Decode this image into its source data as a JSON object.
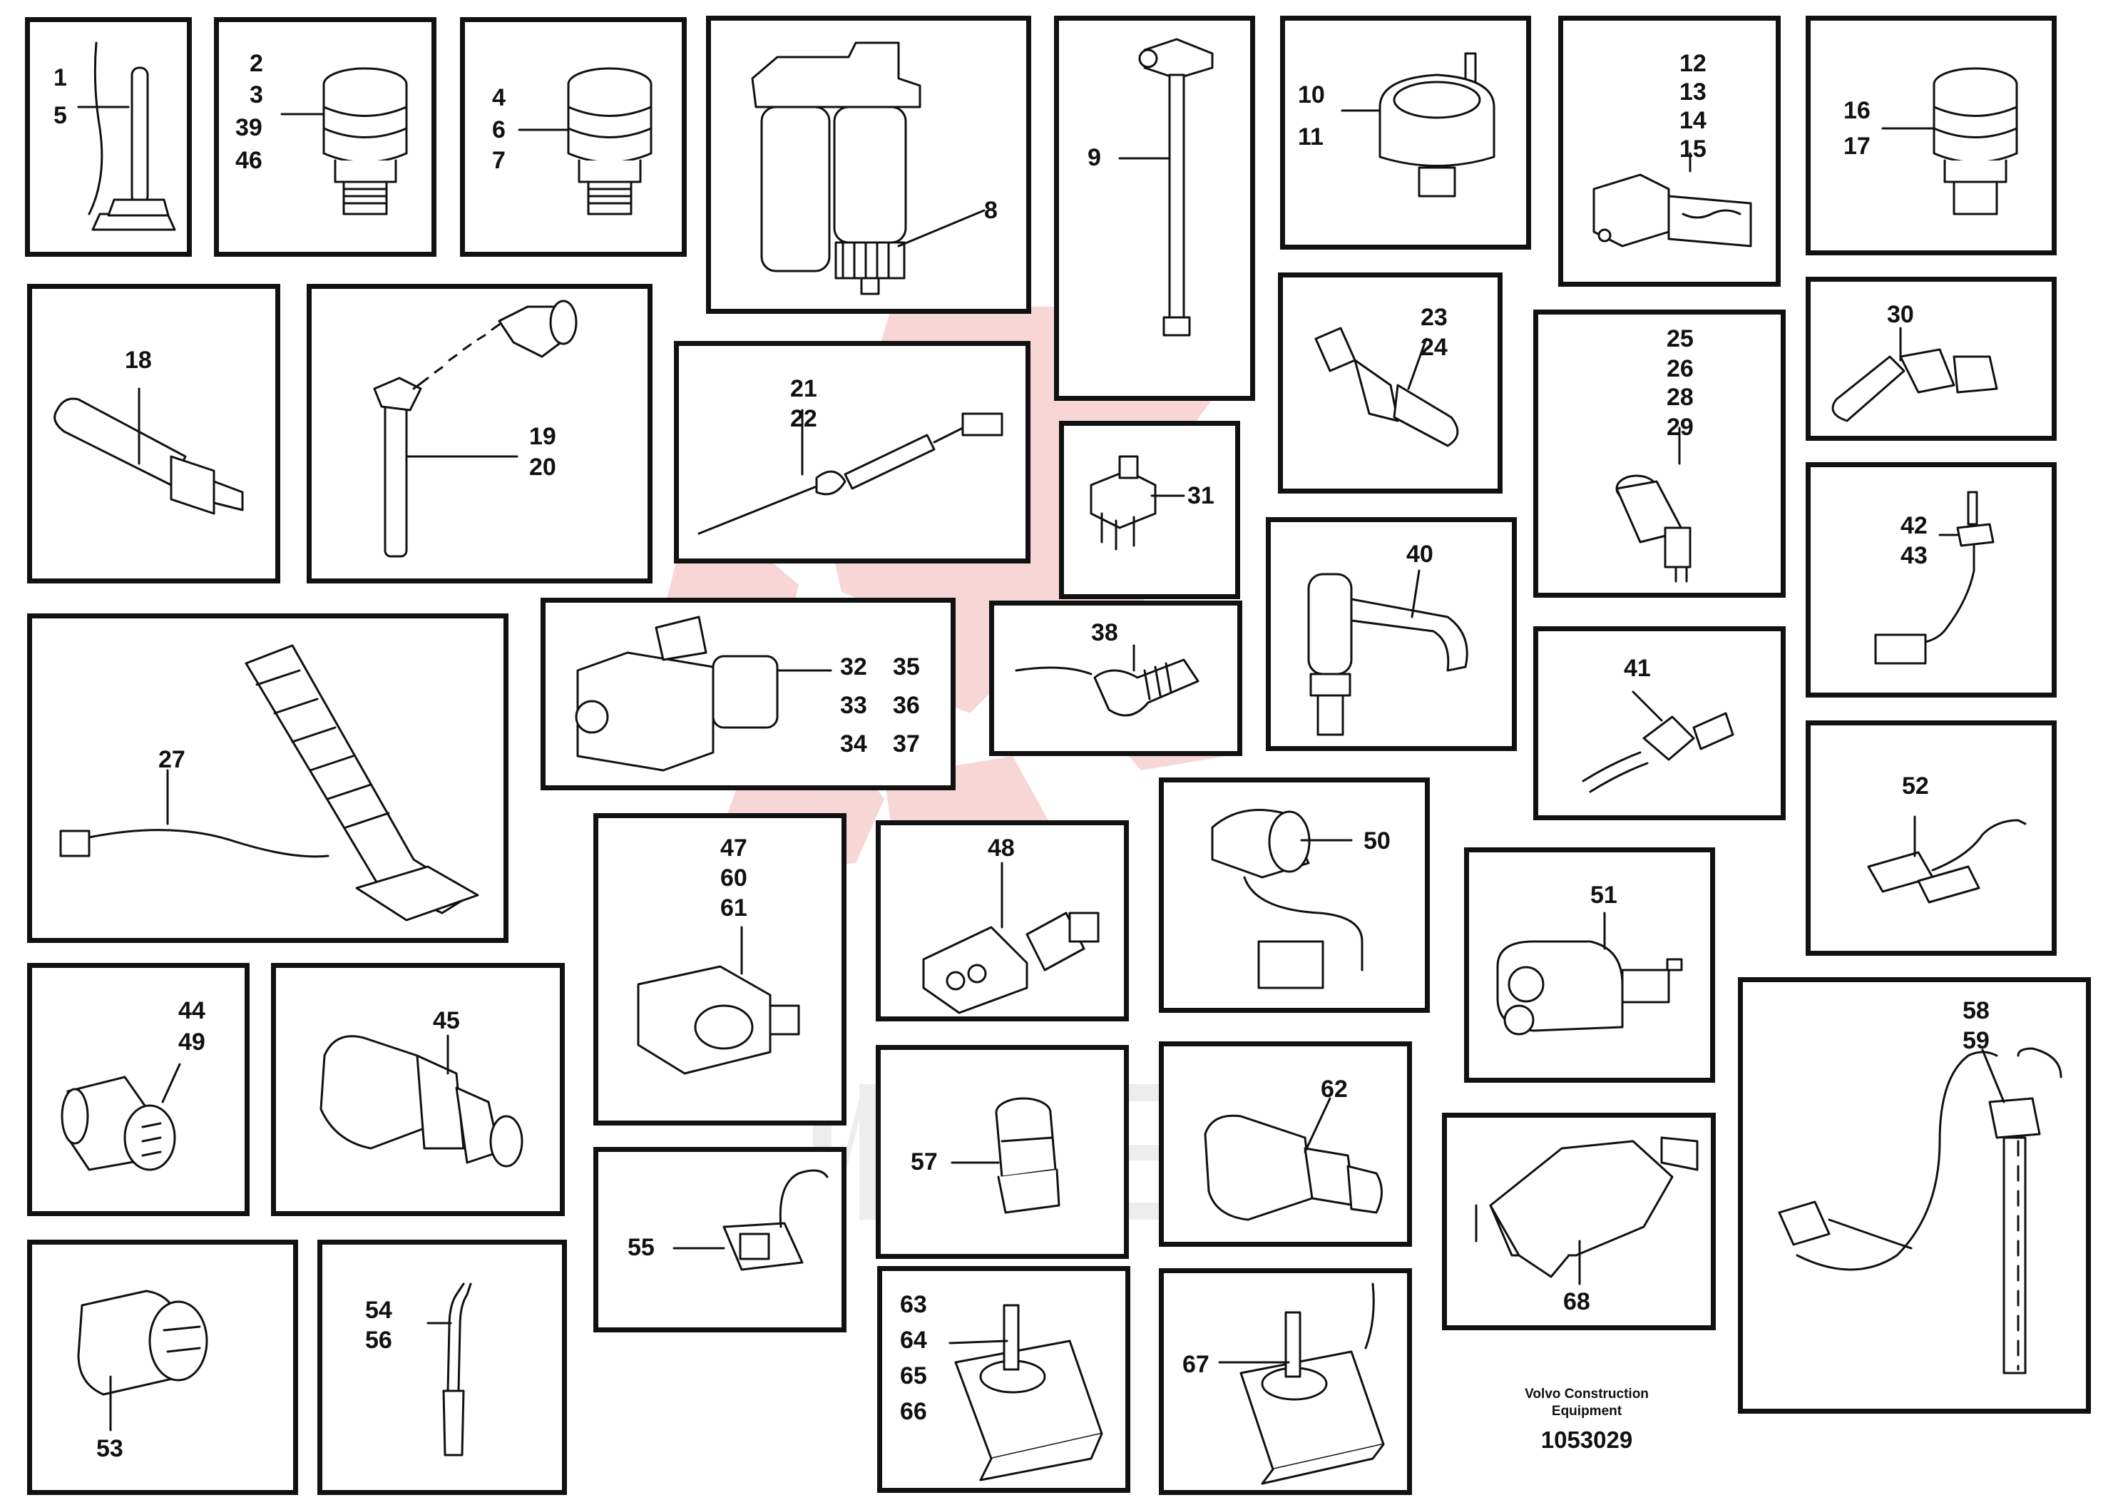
{
  "document": {
    "watermark_text": "ИНТЕХ",
    "footer": {
      "manufacturer_line1": "Volvo Construction",
      "manufacturer_line2": "Equipment",
      "illustration_number": "1053029"
    }
  },
  "panels": [
    {
      "name": "panel-1-5",
      "labels": [
        "1",
        "5"
      ]
    },
    {
      "name": "panel-2-3-39-46",
      "labels": [
        "2",
        "3",
        "39",
        "46"
      ]
    },
    {
      "name": "panel-4-6-7",
      "labels": [
        "4",
        "6",
        "7"
      ]
    },
    {
      "name": "panel-8",
      "labels": [
        "8"
      ]
    },
    {
      "name": "panel-9",
      "labels": [
        "9"
      ]
    },
    {
      "name": "panel-10-11",
      "labels": [
        "10",
        "11"
      ]
    },
    {
      "name": "panel-12-15",
      "labels": [
        "12",
        "13",
        "14",
        "15"
      ]
    },
    {
      "name": "panel-16-17",
      "labels": [
        "16",
        "17"
      ]
    },
    {
      "name": "panel-18",
      "labels": [
        "18"
      ]
    },
    {
      "name": "panel-19-20",
      "labels": [
        "19",
        "20"
      ]
    },
    {
      "name": "panel-21-22",
      "labels": [
        "21",
        "22"
      ]
    },
    {
      "name": "panel-23-24",
      "labels": [
        "23",
        "24"
      ]
    },
    {
      "name": "panel-25-29",
      "labels": [
        "25",
        "26",
        "28",
        "29"
      ]
    },
    {
      "name": "panel-30",
      "labels": [
        "30"
      ]
    },
    {
      "name": "panel-31",
      "labels": [
        "31"
      ]
    },
    {
      "name": "panel-27",
      "labels": [
        "27"
      ]
    },
    {
      "name": "panel-32-37",
      "labels": [
        "32",
        "35",
        "33",
        "36",
        "34",
        "37"
      ]
    },
    {
      "name": "panel-38",
      "labels": [
        "38"
      ]
    },
    {
      "name": "panel-40",
      "labels": [
        "40"
      ]
    },
    {
      "name": "panel-42-43",
      "labels": [
        "42",
        "43"
      ]
    },
    {
      "name": "panel-41",
      "labels": [
        "41"
      ]
    },
    {
      "name": "panel-52",
      "labels": [
        "52"
      ]
    },
    {
      "name": "panel-47-60-61",
      "labels": [
        "47",
        "60",
        "61"
      ]
    },
    {
      "name": "panel-48",
      "labels": [
        "48"
      ]
    },
    {
      "name": "panel-50",
      "labels": [
        "50"
      ]
    },
    {
      "name": "panel-51",
      "labels": [
        "51"
      ]
    },
    {
      "name": "panel-44-49",
      "labels": [
        "44",
        "49"
      ]
    },
    {
      "name": "panel-45",
      "labels": [
        "45"
      ]
    },
    {
      "name": "panel-58-59",
      "labels": [
        "58",
        "59"
      ]
    },
    {
      "name": "panel-57",
      "labels": [
        "57"
      ]
    },
    {
      "name": "panel-62",
      "labels": [
        "62"
      ]
    },
    {
      "name": "panel-68",
      "labels": [
        "68"
      ]
    },
    {
      "name": "panel-55",
      "labels": [
        "55"
      ]
    },
    {
      "name": "panel-53",
      "labels": [
        "53"
      ]
    },
    {
      "name": "panel-54-56",
      "labels": [
        "54",
        "56"
      ]
    },
    {
      "name": "panel-63-66",
      "labels": [
        "63",
        "64",
        "65",
        "66"
      ]
    },
    {
      "name": "panel-67",
      "labels": [
        "67"
      ]
    }
  ]
}
